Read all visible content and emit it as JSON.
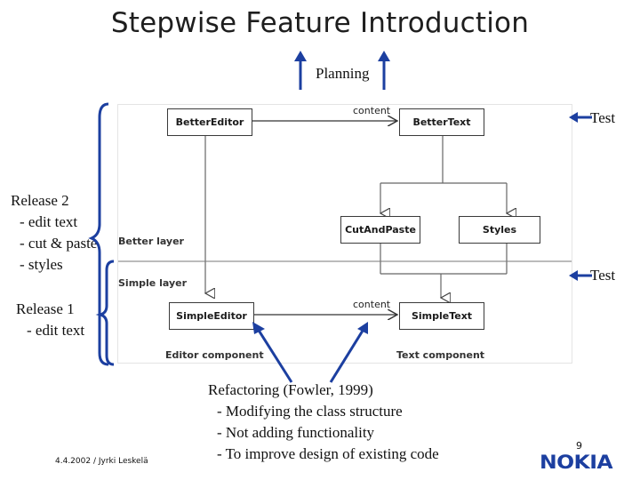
{
  "title": "Stepwise Feature Introduction",
  "planning_label": "Planning",
  "test_top_label": "Test",
  "test_bottom_label": "Test",
  "release2": {
    "title": "Release 2",
    "items": [
      "- edit text",
      "- cut & paste",
      "- styles"
    ]
  },
  "release1": {
    "title": "Release 1",
    "items": [
      "- edit text"
    ]
  },
  "diagram": {
    "layers": {
      "better": "Better layer",
      "simple": "Simple layer"
    },
    "components": {
      "editor": "Editor component",
      "text": "Text component"
    },
    "classes": {
      "better_editor": "BetterEditor",
      "better_text": "BetterText",
      "cut_and_paste": "CutAndPaste",
      "styles": "Styles",
      "simple_editor": "SimpleEditor",
      "simple_text": "SimpleText"
    },
    "assoc_top": "content",
    "assoc_bottom": "content"
  },
  "refactoring": {
    "title": "Refactoring (Fowler, 1999)",
    "items": [
      "- Modifying the class structure",
      "- Not adding functionality",
      "- To improve design of existing code"
    ]
  },
  "footer": {
    "date_author": "4.4.2002 / Jyrki Leskelä",
    "page_number": "9",
    "logo_text": "NOKIA"
  },
  "colors": {
    "logo_blue": "#1c3fa0",
    "arrow_blue": "#1c3fa0",
    "text": "#111111"
  }
}
